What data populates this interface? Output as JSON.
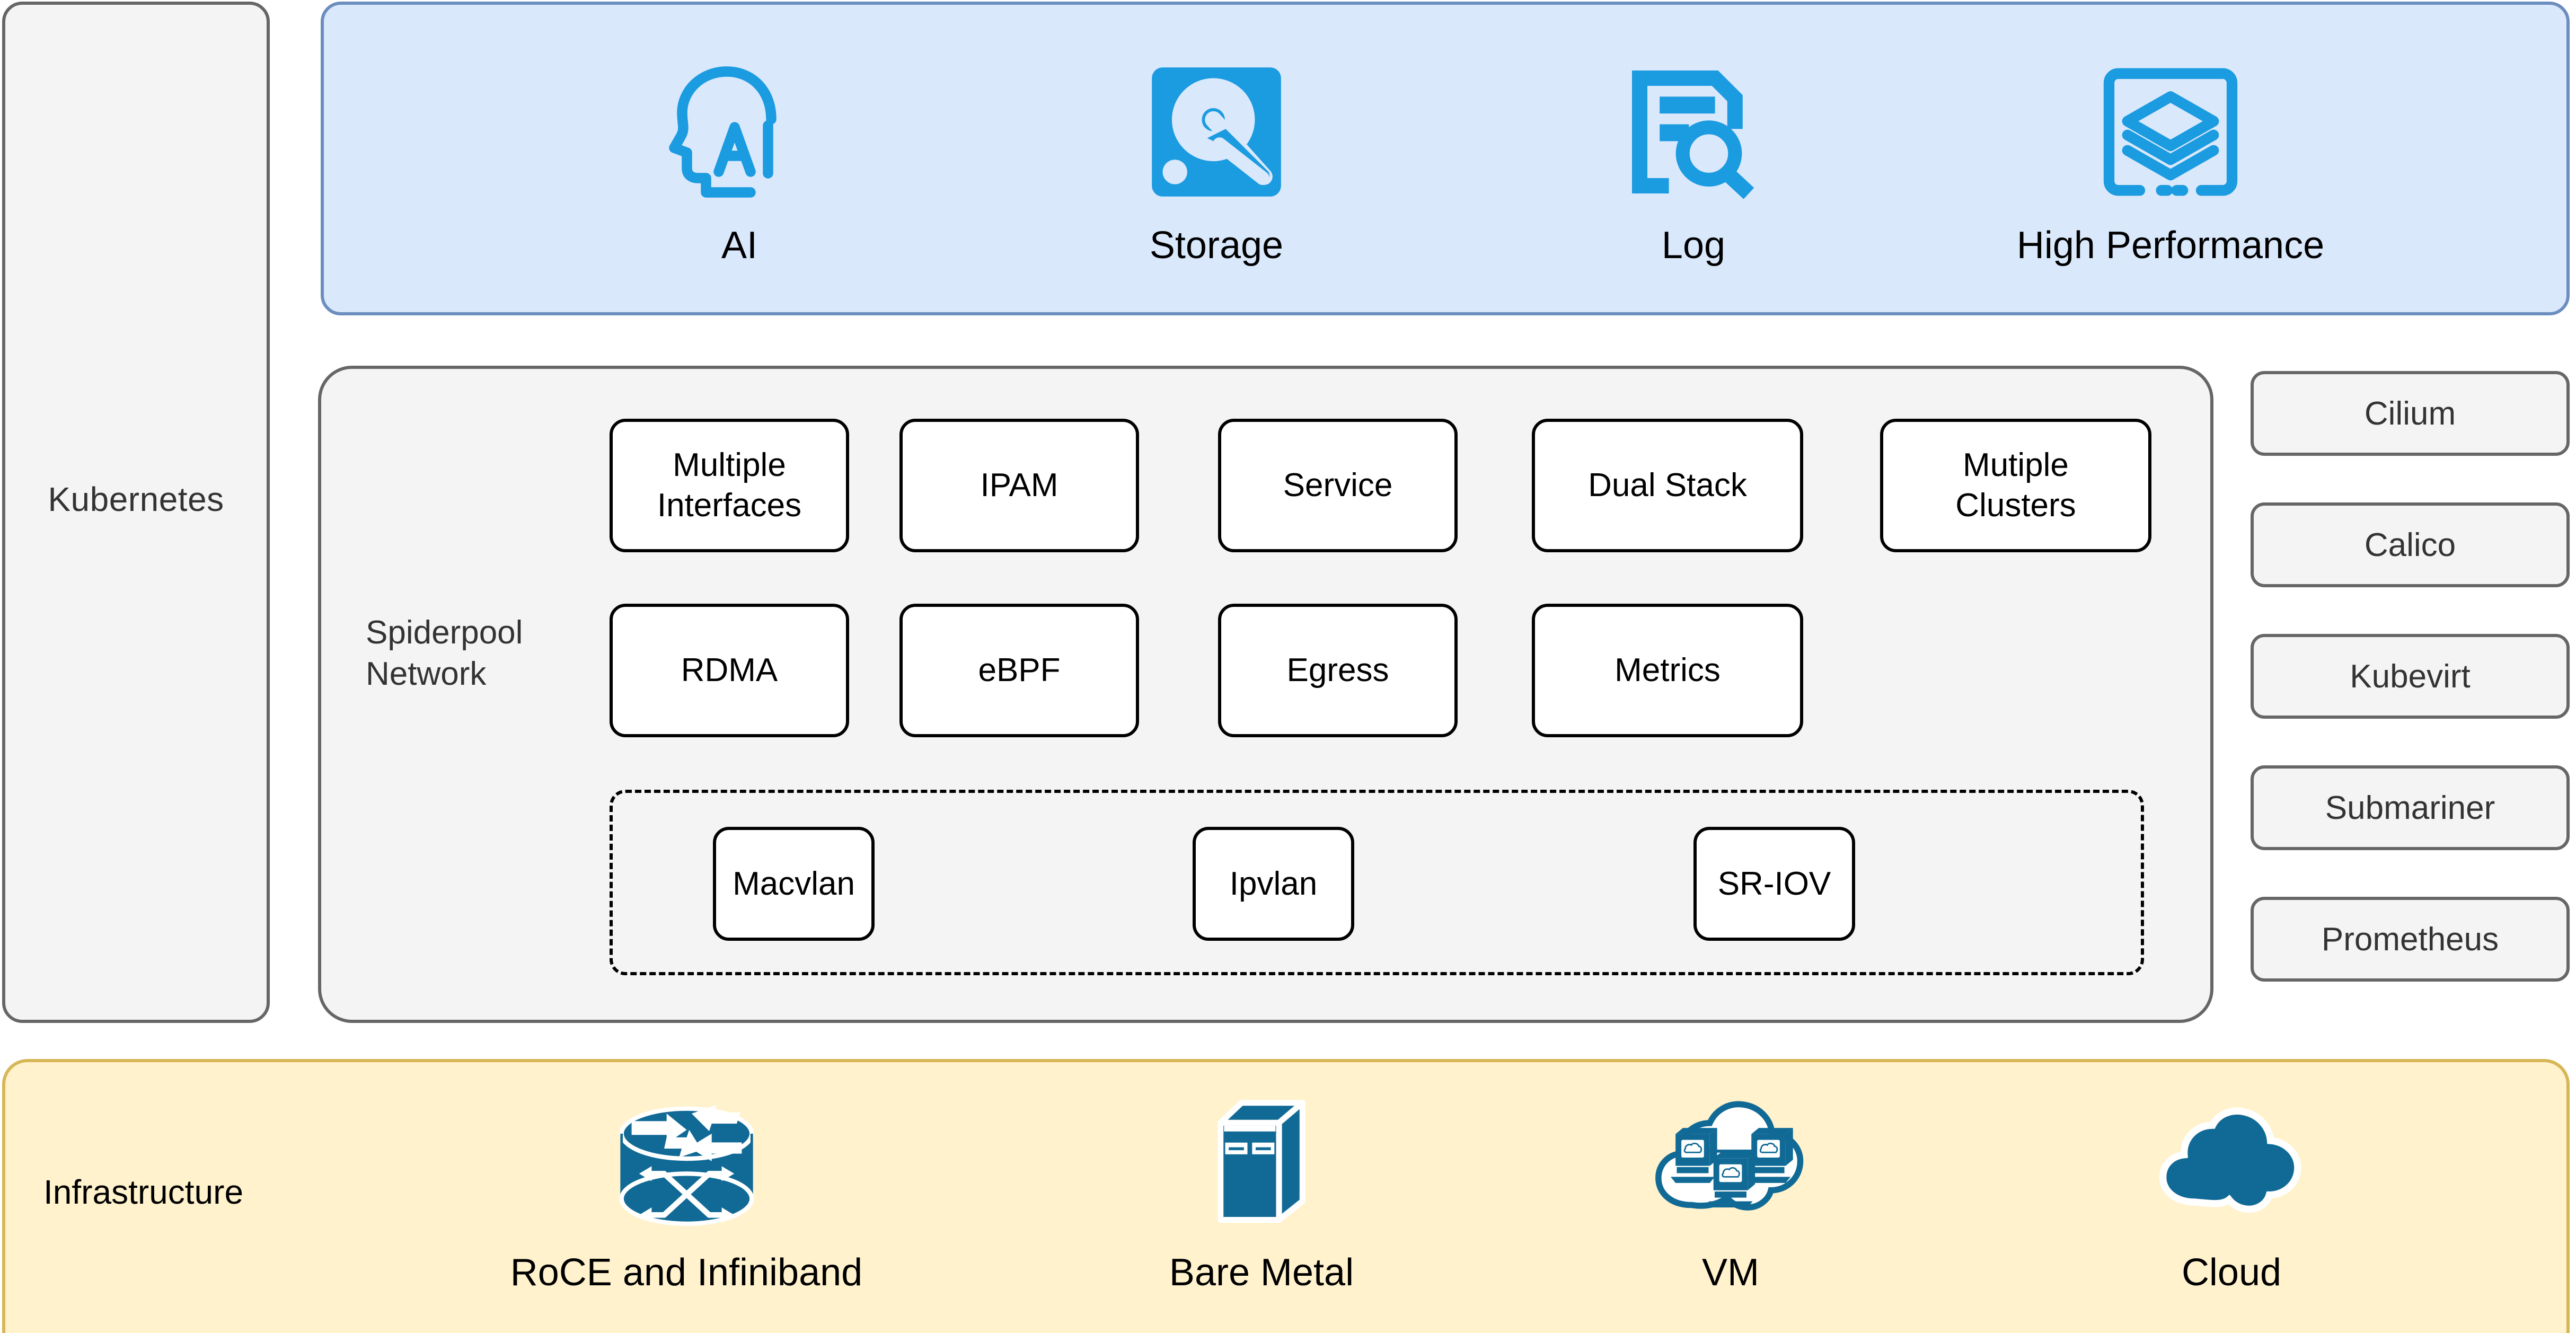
{
  "diagram": {
    "kubernetes_layer": {
      "label": "Kubernetes"
    },
    "use_cases_banner": {
      "background_color": "#DAE8FC",
      "border_color": "#6C8EBF",
      "icon_color": "#1B9BE0",
      "items": [
        {
          "label": "AI",
          "icon": "ai-head-icon"
        },
        {
          "label": "Storage",
          "icon": "hard-disk-icon"
        },
        {
          "label": "Log",
          "icon": "document-search-icon"
        },
        {
          "label": "High Performance",
          "icon": "layers-stack-icon"
        }
      ]
    },
    "spiderpool": {
      "title_line1": "Spiderpool",
      "title_line2": "Network",
      "row1": [
        {
          "label": "Multiple\nInterfaces",
          "line1": "Multiple",
          "line2": "Interfaces"
        },
        {
          "label": "IPAM",
          "line1": "IPAM",
          "line2": ""
        },
        {
          "label": "Service",
          "line1": "Service",
          "line2": ""
        },
        {
          "label": "Dual Stack",
          "line1": "Dual Stack",
          "line2": ""
        },
        {
          "label": "Mutiple\nClusters",
          "line1": "Mutiple",
          "line2": "Clusters"
        }
      ],
      "row2": [
        {
          "label": "RDMA"
        },
        {
          "label": "eBPF"
        },
        {
          "label": "Egress"
        },
        {
          "label": "Metrics"
        }
      ],
      "cni_row": [
        {
          "label": "Macvlan"
        },
        {
          "label": "Ipvlan"
        },
        {
          "label": "SR-IOV"
        }
      ]
    },
    "integrations": [
      {
        "label": "Cilium"
      },
      {
        "label": "Calico"
      },
      {
        "label": "Kubevirt"
      },
      {
        "label": "Submariner"
      },
      {
        "label": "Prometheus"
      }
    ],
    "infrastructure": {
      "label": "Infrastructure",
      "background_color": "#FFF2CC",
      "border_color": "#D6B656",
      "icon_color": "#116A96",
      "items": [
        {
          "label": "RoCE and Infiniband",
          "icon": "router-icon"
        },
        {
          "label": "Bare Metal",
          "icon": "server-tower-icon"
        },
        {
          "label": "VM",
          "icon": "cloud-with-computers-icon"
        },
        {
          "label": "Cloud",
          "icon": "cloud-icon"
        }
      ]
    }
  }
}
